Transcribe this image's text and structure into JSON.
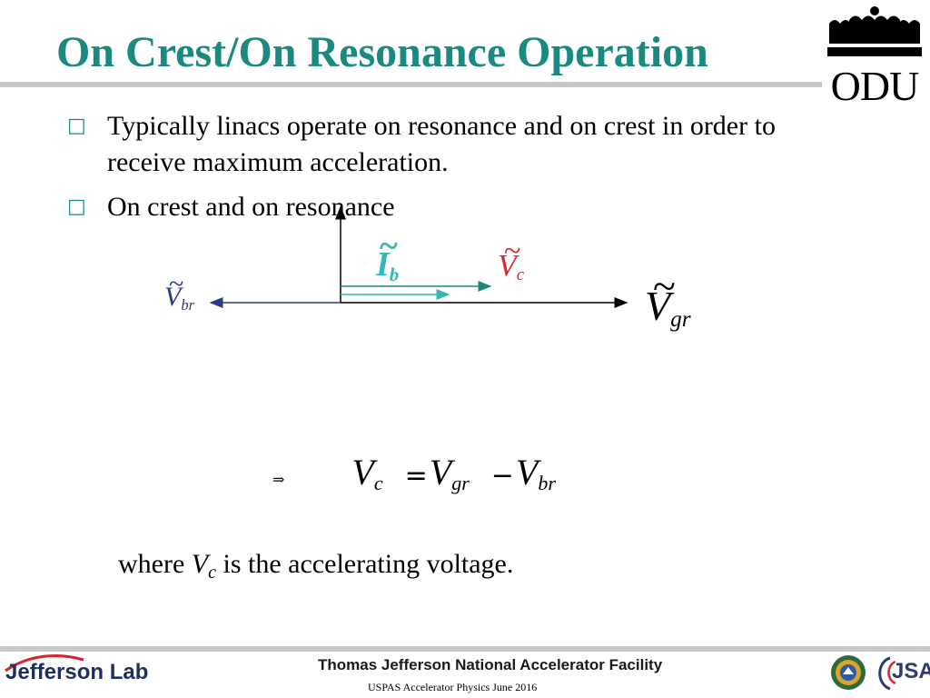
{
  "slide": {
    "title": "On Crest/On Resonance Operation",
    "bullets": [
      "Typically linacs operate on resonance and on crest in order to receive maximum acceleration.",
      "On crest and on resonance"
    ],
    "bullet_icon": "square-bullet-icon"
  },
  "diagram": {
    "labels": {
      "vbr": {
        "main": "V",
        "sub": "br",
        "tilde": "~"
      },
      "vc": {
        "main": "V",
        "sub": "c",
        "tilde": "~"
      },
      "ib": {
        "main": "I",
        "sub": "b",
        "tilde": "~"
      },
      "vgr": {
        "main": "V",
        "sub": "gr",
        "tilde": "~"
      }
    },
    "colors": {
      "vbr": "#2a3a8a",
      "vc": "#e0262b",
      "ib": "#35b8b4",
      "vgr": "#000000"
    }
  },
  "equation": {
    "lead_symbol": "⇒",
    "lhs": "V",
    "lhs_sub": "c",
    "op1": "=",
    "t1": "V",
    "t1_sub": "gr",
    "op2": "−",
    "t2": "V",
    "t2_sub": "br"
  },
  "where_text": {
    "before": "where",
    "var": "V",
    "var_sub": "c",
    "after": "is the accelerating voltage."
  },
  "logos": {
    "odu": "ODU",
    "jefferson_lab": "Jefferson Lab",
    "jsa": "JSA"
  },
  "footer": {
    "facility": "Thomas Jefferson National Accelerator Facility",
    "course": "USPAS Accelerator Physics June 2016"
  }
}
